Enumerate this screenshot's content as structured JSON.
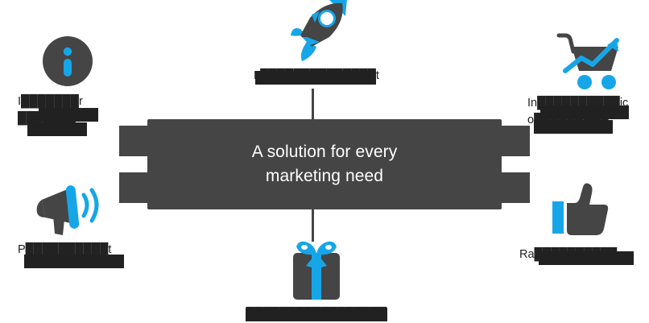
{
  "diagram": {
    "title": "A solution for every marketing need",
    "hub": {
      "text": "A solution for every\nmarketing need"
    },
    "colors": {
      "dark_gray": "#454545",
      "accent_blue": "#16A6E8",
      "label_text": "#222222",
      "redaction": "#212121",
      "background": "#ffffff",
      "hub_text": "#ffffff"
    },
    "nodes": [
      {
        "id": "insight",
        "icon": "info-circle-icon",
        "position": "top-left",
        "label": "I███████r\n███████s"
      },
      {
        "id": "launch",
        "icon": "rocket-icon",
        "position": "top-center",
        "label": "L██████████████t"
      },
      {
        "id": "increase",
        "icon": "shopping-cart-growth-icon",
        "position": "top-right",
        "label": "In██████████ic\no█████████"
      },
      {
        "id": "promote",
        "icon": "megaphone-icon",
        "position": "bottom-left",
        "label": "P██████████t"
      },
      {
        "id": "reward",
        "icon": "gift-box-icon",
        "position": "bottom-center",
        "label": "█████████████████"
      },
      {
        "id": "rate",
        "icon": "thumbs-up-icon",
        "position": "bottom-right",
        "label": "Ra██████████"
      }
    ]
  }
}
